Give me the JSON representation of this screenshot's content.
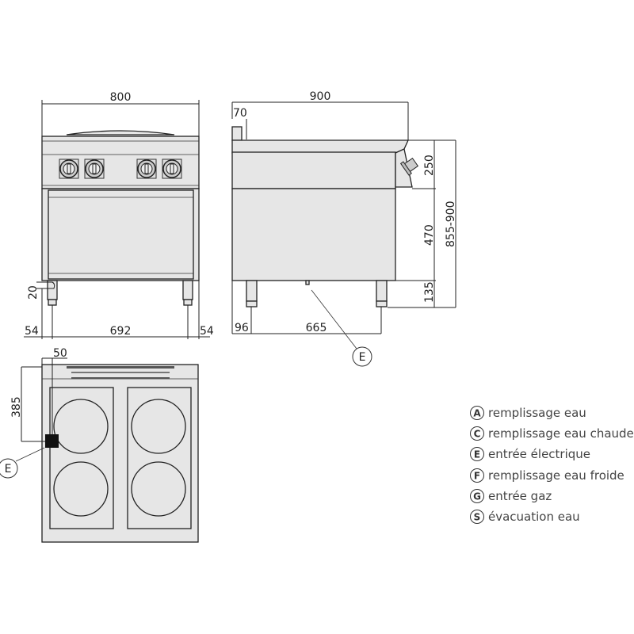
{
  "front_view": {
    "width": "800",
    "left": "54",
    "center": "692",
    "right": "54",
    "foot": "20"
  },
  "side_view": {
    "depth": "900",
    "backsplash": "70",
    "upper": "250",
    "middle": "470",
    "legs": "135",
    "total_height": "855-900",
    "rear_offset": "96",
    "leg_span": "665",
    "callout": "E"
  },
  "top_view": {
    "offset_x": "50",
    "offset_y": "385",
    "callout": "E"
  },
  "legend": [
    {
      "letter": "A",
      "label": "remplissage eau"
    },
    {
      "letter": "C",
      "label": "remplissage eau chaude"
    },
    {
      "letter": "E",
      "label": "entrée électrique"
    },
    {
      "letter": "F",
      "label": "remplissage eau froide"
    },
    {
      "letter": "G",
      "label": "entrée gaz"
    },
    {
      "letter": "S",
      "label": "évacuation eau"
    }
  ]
}
